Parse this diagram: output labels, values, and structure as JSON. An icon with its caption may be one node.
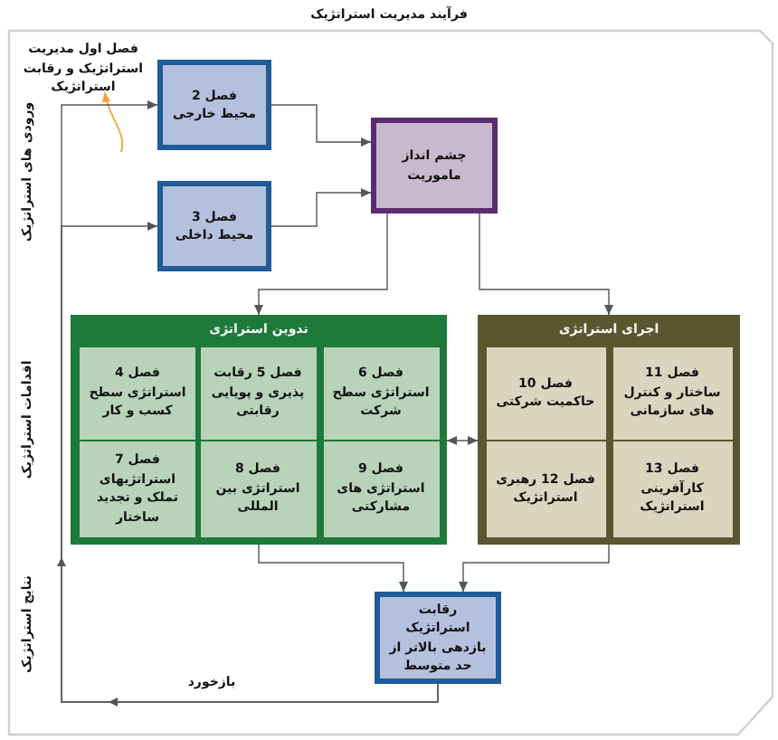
{
  "diagram": {
    "title": "فرآیند مدیریت استراتژیک",
    "nodes": [
      {
        "text": [
          "فصل اول مدیریت استراتژیک و رقابت استراتژیک"
        ]
      },
      {
        "text": [
          "فصل 2 محیط خارجی"
        ]
      },
      {
        "text": [
          "فصل 3 محیط داخلی"
        ]
      },
      {
        "text": [
          "چشم انداز ماموریت"
        ]
      },
      {
        "text": [
          "تدوین استراتژی"
        ]
      },
      {
        "text": [
          "فصل 6 استراتژی سطح شرکت"
        ],
        "in": 4
      },
      {
        "text": [
          "فصل 5 رقابت پذیری و پویایی رقابتی"
        ],
        "in": 4
      },
      {
        "text": [
          "فصل 4 استراتژی سطح کسب و کار"
        ],
        "in": 4
      },
      {
        "text": [
          "فصل 9 استراتژی های مشارکتی"
        ],
        "in": 4
      },
      {
        "text": [
          "فصل 8 استراتژی بین المللی"
        ],
        "in": 4
      },
      {
        "text": [
          "فصل 7 استراتژیهای تملک و تجدید ساختار"
        ],
        "in": 4
      },
      {
        "text": [
          "اجرای استراتژی"
        ]
      },
      {
        "text": [
          "فصل 11 ساختار و کنترل های سازمانی"
        ],
        "in": 11
      },
      {
        "text": [
          "فصل 10 حاکمیت شرکتی"
        ],
        "in": 11
      },
      {
        "text": [
          "فصل 13 کارآفرینی استراتژیک"
        ],
        "in": 11
      },
      {
        "text": [
          "فصل 12 رهبری استراتژیک"
        ],
        "in": 11
      },
      {
        "text": [
          "رقابت استراتژیک بازدهی بالاتر از حد متوسط"
        ]
      }
    ],
    "edges": [
      {
        "from": null,
        "to": 0,
        "arrow": "to",
        "color": "#f2a33a"
      },
      {
        "from": 16,
        "to": 1,
        "arrow": "to",
        "label": "بازخورد"
      },
      {
        "from": 16,
        "to": 2,
        "arrow": "to"
      },
      {
        "from": 1,
        "to": 3,
        "arrow": "to"
      },
      {
        "from": 2,
        "to": 3,
        "arrow": "to"
      },
      {
        "from": 3,
        "to": 4,
        "arrow": "to"
      },
      {
        "from": 3,
        "to": 11,
        "arrow": "to"
      },
      {
        "from": 4,
        "to": 11,
        "arrow": "both"
      },
      {
        "from": 4,
        "to": 16,
        "arrow": "to"
      },
      {
        "from": 11,
        "to": 16,
        "arrow": "to"
      }
    ],
    "labels": [
      "ورودی های استراتژیک",
      "اقدامات استراتژیک",
      "نتایج استراتژیک"
    ]
  }
}
